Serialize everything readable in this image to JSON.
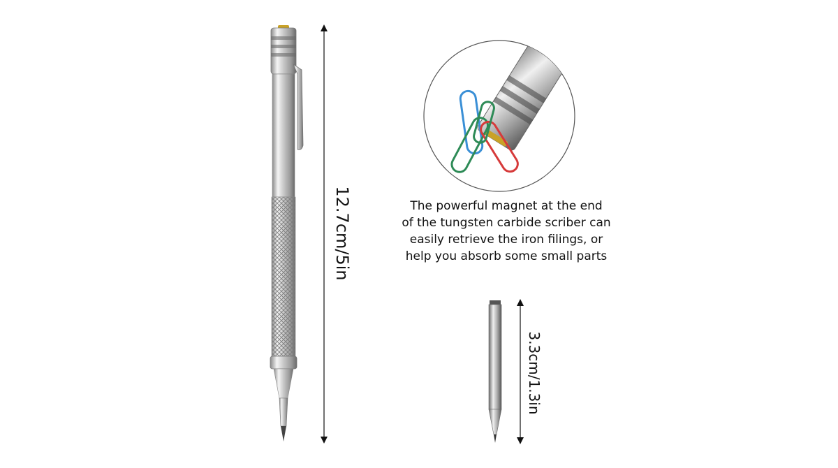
{
  "product_image": {
    "subject": "tungsten carbide scriber",
    "main_length_label": "12.7cm/5in",
    "tip_length_label": "3.3cm/1.3in",
    "caption_lines": [
      "The powerful magnet at the end",
      "of the tungsten carbide scriber can",
      "easily retrieve the iron filings, or",
      "help you absorb some small parts"
    ],
    "colors": {
      "background": "#ffffff",
      "metal_light": "#f2f2f2",
      "metal_mid": "#b8b8b8",
      "metal_dark": "#6e6e6e",
      "clip_blue": "#3a8fd6",
      "clip_green": "#2e8b57",
      "clip_red": "#d63a3a",
      "magnet_gold": "#c9a227"
    }
  }
}
